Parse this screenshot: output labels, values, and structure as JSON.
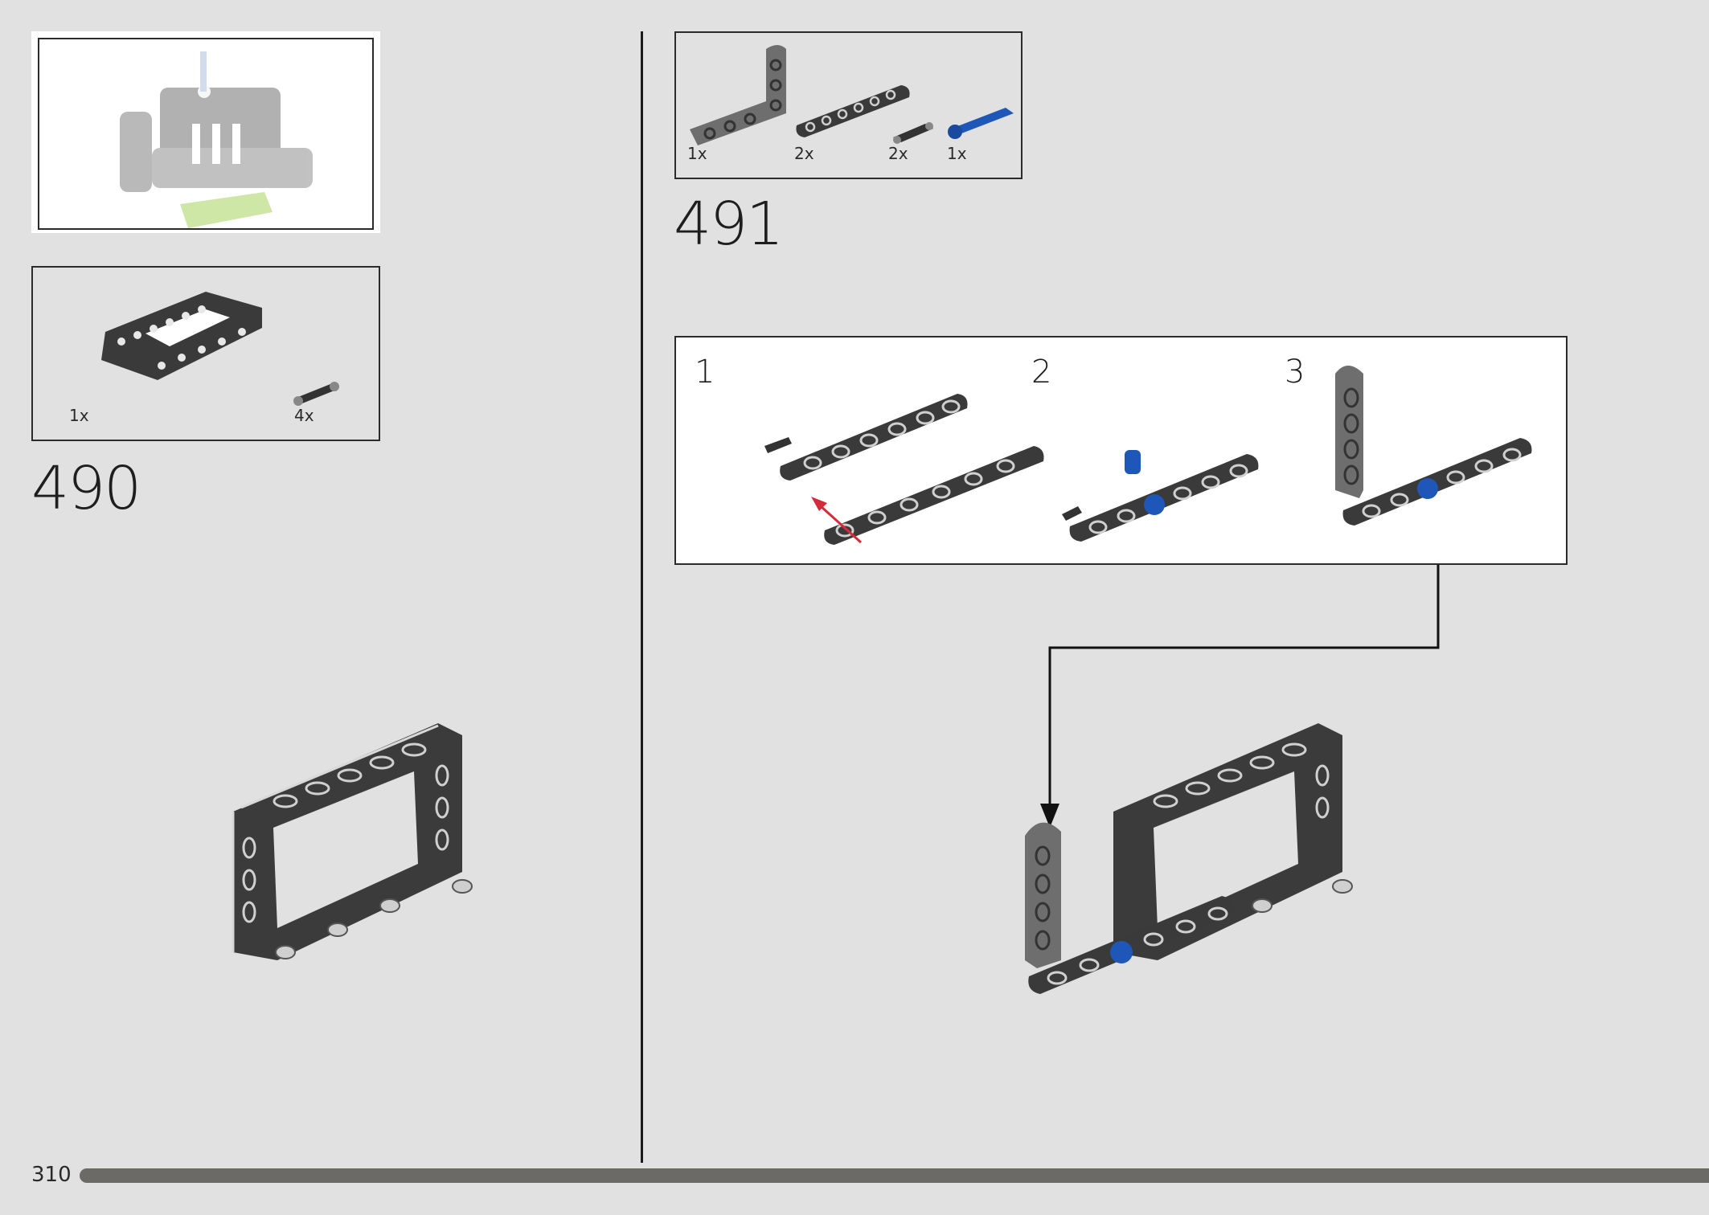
{
  "page_number": "310",
  "step_490": {
    "number": "490",
    "parts": [
      {
        "qty": "1x",
        "part": "frame-5x7-icon"
      },
      {
        "qty": "4x",
        "part": "pin-black-icon"
      }
    ]
  },
  "step_491": {
    "number": "491",
    "parts": [
      {
        "qty": "1x",
        "part": "l-beam-icon"
      },
      {
        "qty": "2x",
        "part": "beam-7-icon"
      },
      {
        "qty": "2x",
        "part": "pin-black-icon"
      },
      {
        "qty": "1x",
        "part": "axle-pin-blue-icon"
      }
    ],
    "substeps": [
      "1",
      "2",
      "3"
    ]
  },
  "colors": {
    "background": "#e1e1e1",
    "part_dark": "#3a3a3a",
    "part_gray": "#6e6e6e",
    "part_blue": "#1f57b8",
    "arrow_red": "#d42b3a",
    "progress_bar": "#6b6a66",
    "callout_green": "#c9e39c"
  }
}
